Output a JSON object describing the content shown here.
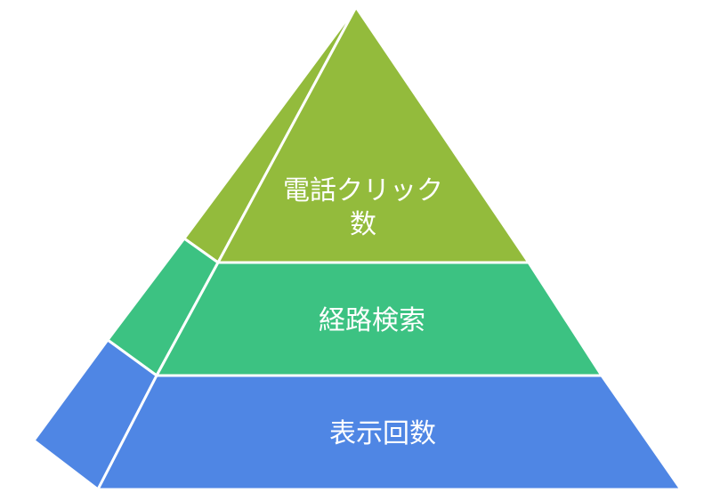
{
  "diagram": {
    "type": "pyramid",
    "tiers": [
      {
        "id": "top",
        "label_lines": [
          "電話クリック",
          "数"
        ],
        "front_color": "#93bb3c",
        "side_color": "#93bb3c"
      },
      {
        "id": "middle",
        "label_lines": [
          "経路検索"
        ],
        "front_color": "#3cc282",
        "side_color": "#3cc282"
      },
      {
        "id": "bottom",
        "label_lines": [
          "表示回数"
        ],
        "front_color": "#4f86e4",
        "side_color": "#4f86e4"
      }
    ],
    "edge_color": "#ffffff"
  }
}
